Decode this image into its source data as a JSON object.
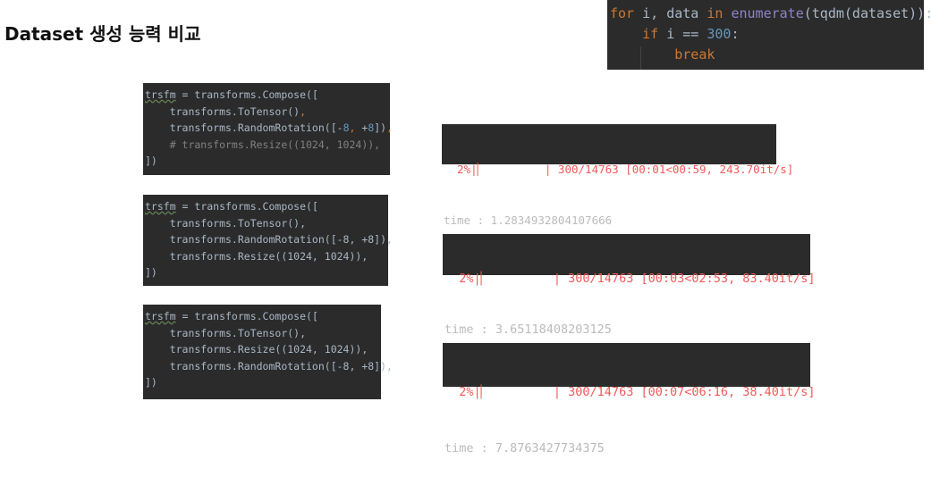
{
  "title": "Dataset 생성 능력 비교",
  "loop_code": [
    [
      [
        "kw",
        "for "
      ],
      [
        "",
        "i, data "
      ],
      [
        "kw",
        "in "
      ],
      [
        "fn",
        "enumerate"
      ],
      [
        "",
        "(tqdm(dataset)):"
      ]
    ],
    [
      [
        "",
        "    "
      ],
      [
        "kw",
        "if "
      ],
      [
        "",
        "i == "
      ],
      [
        "num",
        "300"
      ],
      [
        "",
        ":"
      ]
    ],
    [
      [
        "",
        "        "
      ],
      [
        "kw",
        "break"
      ]
    ]
  ],
  "configs": [
    {
      "code": [
        [
          [
            "und",
            "trsfm"
          ],
          [
            "",
            " = transforms.Compose(["
          ]
        ],
        [
          [
            "",
            "    transforms.ToTensor()"
          ],
          [
            "kw",
            ","
          ]
        ],
        [
          [
            "",
            "    transforms.RandomRotation(["
          ],
          [
            "",
            "-"
          ],
          [
            "num",
            "8"
          ],
          [
            "kw",
            ", "
          ],
          [
            "",
            "+"
          ],
          [
            "num",
            "8"
          ],
          [
            "",
            "])"
          ],
          [
            "kw",
            ","
          ]
        ],
        [
          [
            "cm",
            "    # transforms.Resize((1024, 1024)),"
          ]
        ],
        [
          [
            "",
            "])"
          ]
        ]
      ],
      "progress": "  2%|▏         | 300/14763 [00:01<00:59, 243.70it/s]",
      "time": "time : 1.2834932804107666"
    },
    {
      "code": [
        [
          [
            "und",
            "trsfm"
          ],
          [
            "",
            " = transforms.Compose(["
          ]
        ],
        [
          [
            "",
            "    transforms.ToTensor(),"
          ]
        ],
        [
          [
            "",
            "    transforms.RandomRotation([-8, +8]),"
          ]
        ],
        [
          [
            "",
            "    transforms.Resize((1024, 1024)),"
          ]
        ],
        [
          [
            "",
            "])"
          ]
        ]
      ],
      "progress": "  2%|▏         | 300/14763 [00:03<02:53, 83.40it/s]",
      "time": "time : 3.65118408203125"
    },
    {
      "code": [
        [
          [
            "und",
            "trsfm"
          ],
          [
            "",
            " = transforms.Compose(["
          ]
        ],
        [
          [
            "",
            "    transforms.ToTensor(),"
          ]
        ],
        [
          [
            "",
            "    transforms.Resize((1024, 1024)),"
          ]
        ],
        [
          [
            "",
            "    transforms.RandomRotation([-8, +8]),"
          ]
        ],
        [
          [
            "",
            "])"
          ]
        ]
      ],
      "progress": "  2%|▏         | 300/14763 [00:07<06:16, 38.40it/s]",
      "time": "time : 7.8763427734375"
    }
  ]
}
